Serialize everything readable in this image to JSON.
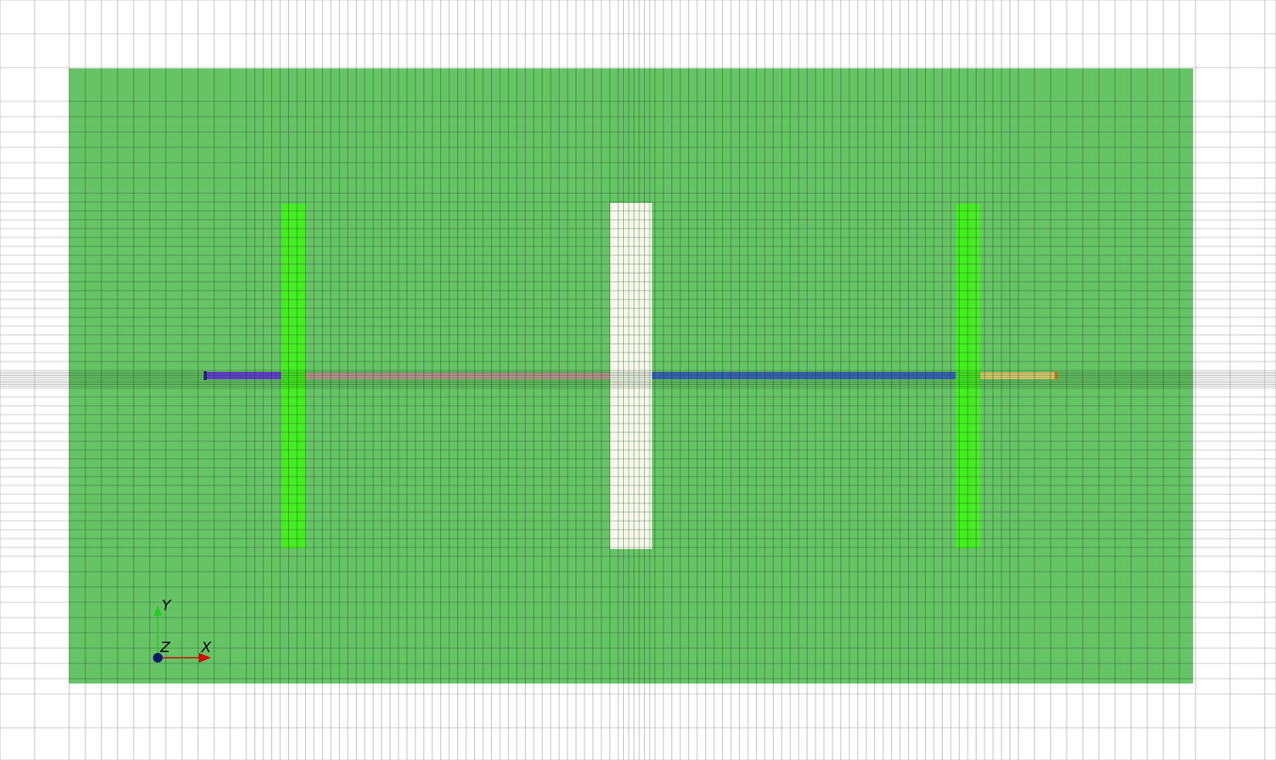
{
  "viewer": {
    "background": "#ffffff",
    "mesh_line_color": "#0a2a0a",
    "background_grid_color": "#9a9a9a"
  },
  "domain": {
    "color": "#66c466"
  },
  "bodies": {
    "left_plate": {
      "color": "#44ee22"
    },
    "right_plate": {
      "color": "#44ee22"
    },
    "center_slab": {
      "color": "#f6f9ea"
    }
  },
  "rods": {
    "left_rod": {
      "color": "#6a3fe0"
    },
    "center_left_rod": {
      "color": "#c99a98"
    },
    "center_right_rod": {
      "color": "#3a66c8"
    },
    "right_rod": {
      "color": "#e6d477"
    }
  },
  "axes": {
    "x_label": "X",
    "y_label": "Y",
    "z_label": "Z",
    "x_color": "#dd0000",
    "y_color": "#22cc22",
    "z_color": "#0a1a6a"
  }
}
